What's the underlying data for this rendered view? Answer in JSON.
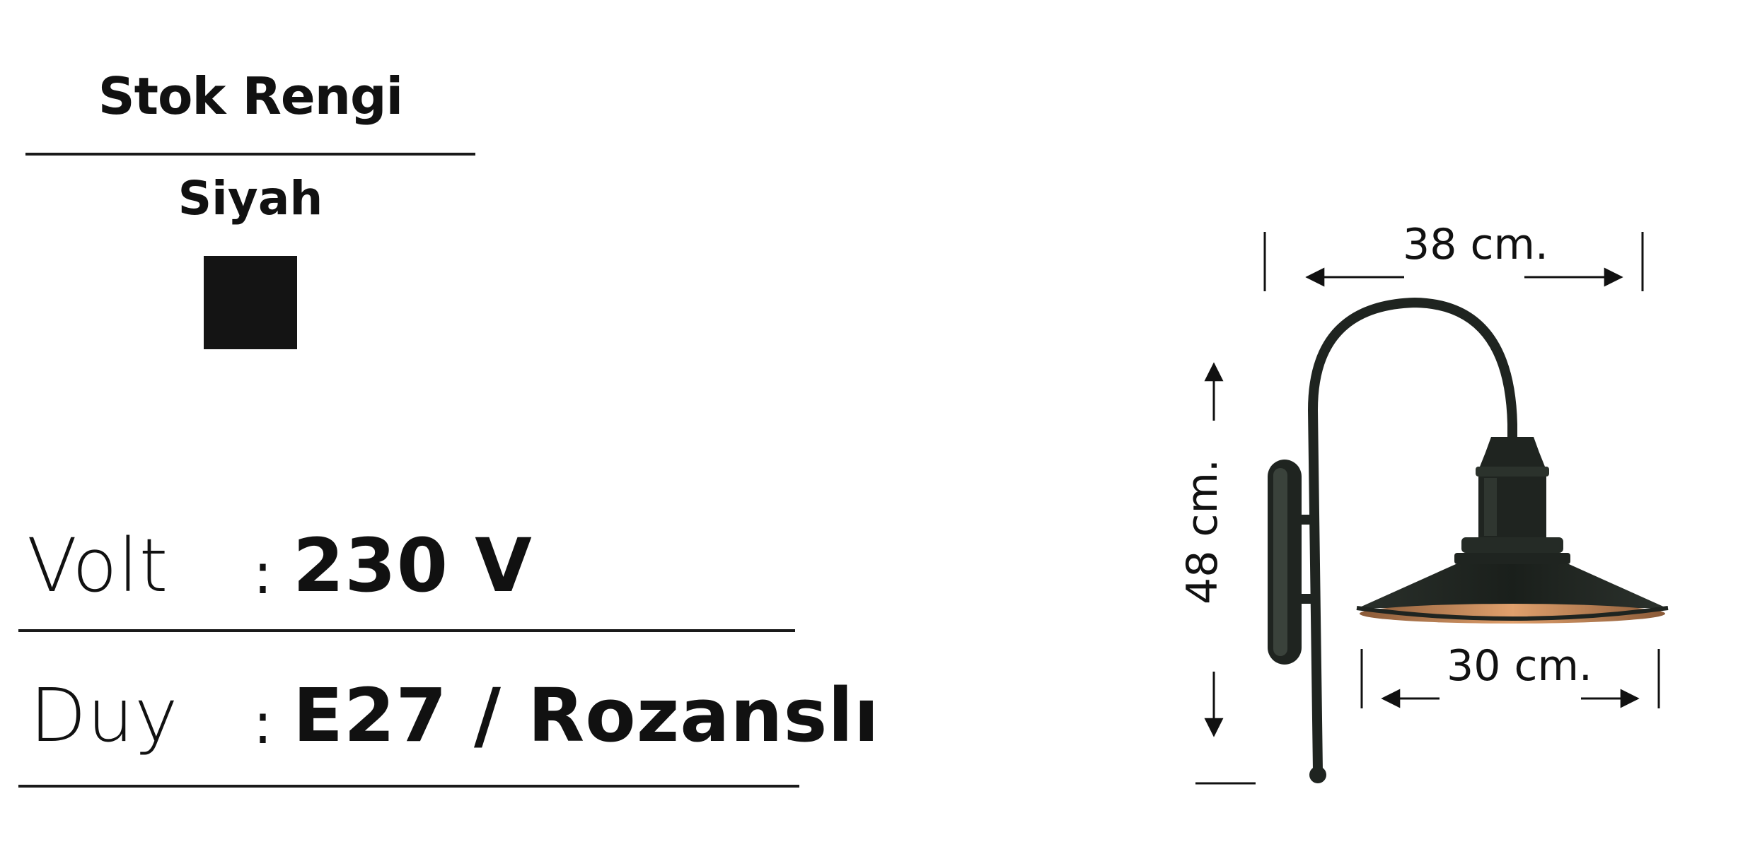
{
  "stock": {
    "title": "Stok Rengi",
    "color_name": "Siyah",
    "swatch_color": "#141414"
  },
  "specs": [
    {
      "label": "Volt",
      "separator": ":",
      "value": "230 V"
    },
    {
      "label": "Duy",
      "separator": ":",
      "value": "E27 / Rozanslı"
    }
  ],
  "dimensions": {
    "width_top": "38 cm.",
    "width_bottom": "30 cm.",
    "height": "48 cm."
  },
  "colors": {
    "lamp_body": "#1f2420",
    "shade_inner": "#c98a5c",
    "text": "#111111"
  }
}
